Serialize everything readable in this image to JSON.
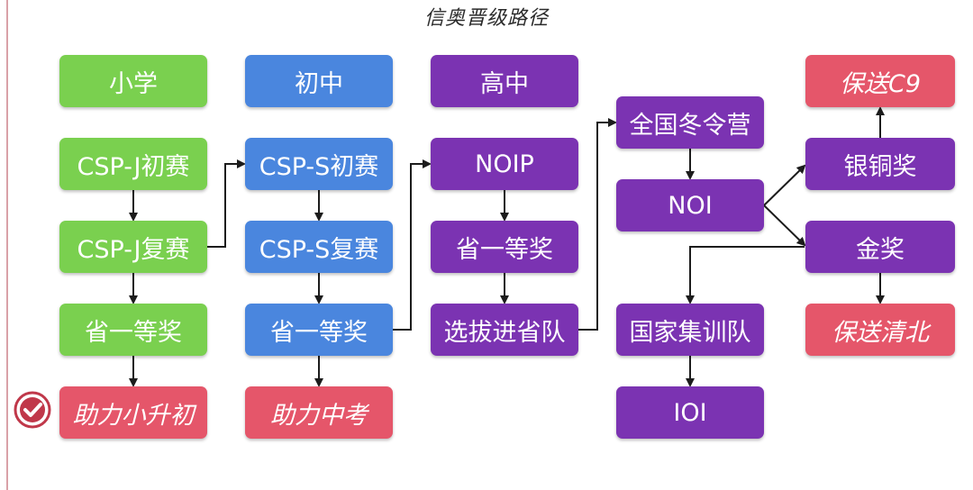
{
  "title": "信奥晋级路径",
  "colors": {
    "green": "#7ad04f",
    "blue": "#4a86de",
    "purple": "#7b33b2",
    "red": "#e5566a",
    "arrow": "#1c1c1c",
    "check": "#c0384a"
  },
  "columns": {
    "primary": {
      "header": "小学",
      "steps": [
        "CSP-J初赛",
        "CSP-J复赛",
        "省一等奖"
      ],
      "outcome": "助力小升初"
    },
    "junior": {
      "header": "初中",
      "steps": [
        "CSP-S初赛",
        "CSP-S复赛",
        "省一等奖"
      ],
      "outcome": "助力中考"
    },
    "senior": {
      "header": "高中",
      "steps": [
        "NOIP",
        "省一等奖",
        "选拔进省队"
      ]
    },
    "national": {
      "steps": [
        "全国冬令营",
        "NOI",
        "国家集训队",
        "IOI"
      ]
    },
    "awards": {
      "silver_bronze": "银铜奖",
      "gold": "金奖",
      "outcome_c9": "保送C9",
      "outcome_tsinghua_pku": "保送清北"
    }
  }
}
